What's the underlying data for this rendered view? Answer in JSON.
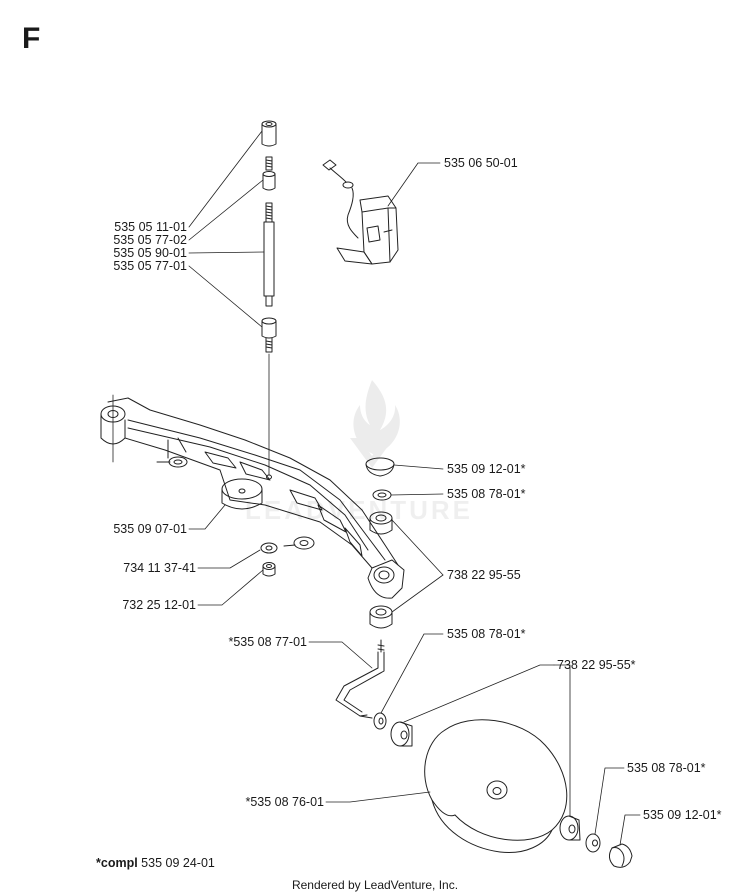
{
  "section_letter": "F",
  "parts": {
    "p1": "535 05 11-01",
    "p2": "535 05 77-02",
    "p3": "535 05 90-01",
    "p4": "535 05 77-01",
    "p5": "535 06 50-01",
    "p6": "535 09 12-01*",
    "p7": "535 08 78-01*",
    "p8": "535 09 07-01",
    "p9": "738 22 95-55",
    "p10": "734 11 37-41",
    "p11": "732 25 12-01",
    "p12": "*535 08 77-01",
    "p13": "535 08 78-01*",
    "p14": "738 22 95-55*",
    "p15": "535 08 78-01*",
    "p16": "*535 08 76-01",
    "p17": "535 09 12-01*"
  },
  "footnote": {
    "prefix": "*compl",
    "number": "535 09 24-01"
  },
  "watermark": "LEADVENTURE",
  "footer": "Rendered by LeadVenture, Inc."
}
